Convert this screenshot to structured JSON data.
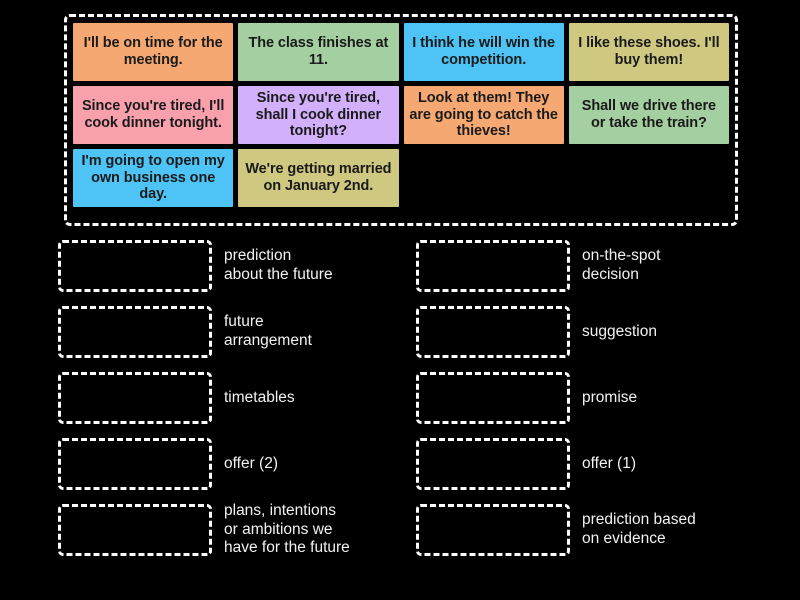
{
  "app": {
    "type": "match-up-drag-and-drop-activity",
    "background_color": "#000000",
    "dashed_border_color": "#ffffff",
    "label_text_color": "#f2f2f2",
    "tile_text_color": "#1a1a1a"
  },
  "word_bank": {
    "name": "draggable-tiles-container",
    "tiles": [
      {
        "text": "I'll be on time\nfor the meeting.",
        "color": "#f5a871"
      },
      {
        "text": "The class\nfinishes at 11.",
        "color": "#a4cfa0"
      },
      {
        "text": "I think he will win\nthe competition.",
        "color": "#4ec3f5"
      },
      {
        "text": "I like these shoes.\nI'll buy them!",
        "color": "#cfc881"
      },
      {
        "text": "Since you're tired, I'll\ncook dinner tonight.",
        "color": "#f9a0ad"
      },
      {
        "text": "Since you're\ntired, shall I cook\ndinner tonight?",
        "color": "#d3b0fb"
      },
      {
        "text": "Look at them!\nThey are going to\ncatch the thieves!",
        "color": "#f5a871"
      },
      {
        "text": "Shall we drive there\nor take the train?",
        "color": "#a4cfa0"
      },
      {
        "text": "I'm going\nto open my own\nbusiness one day.",
        "color": "#4ec3f5"
      },
      {
        "text": "We're getting\nmarried on\nJanuary 2nd.",
        "color": "#cfc881"
      },
      {
        "text": "",
        "color": "transparent"
      },
      {
        "text": "",
        "color": "transparent"
      }
    ]
  },
  "answers": {
    "left_column": [
      {
        "label": "prediction\nabout the future"
      },
      {
        "label": "future\narrangement"
      },
      {
        "label": "timetables"
      },
      {
        "label": "offer (2)"
      },
      {
        "label": "plans, intentions\nor ambitions we\nhave for the future"
      }
    ],
    "right_column": [
      {
        "label": "on-the-spot\ndecision"
      },
      {
        "label": "suggestion"
      },
      {
        "label": "promise"
      },
      {
        "label": "offer (1)"
      },
      {
        "label": "prediction based\non evidence"
      }
    ]
  }
}
